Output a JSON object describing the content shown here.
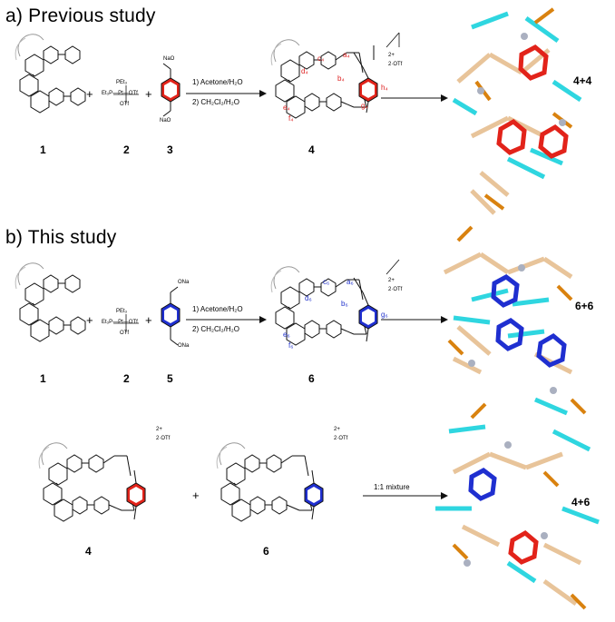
{
  "colors": {
    "red_ring": "#e2231a",
    "blue_ring": "#1f2fd0",
    "cyan": "#2fd6e0",
    "tan": "#e8c49a",
    "orange": "#d9820f",
    "grey_pt": "#aab0c0",
    "crimson": "#c8102e"
  },
  "sections": {
    "a": {
      "heading": "a) Previous study"
    },
    "b": {
      "heading": "b) This study"
    }
  },
  "compounds": {
    "c1_a": "1",
    "c2_a": "2",
    "c3_a": "3",
    "c4_a": "4",
    "c1_b": "1",
    "c2_b": "2",
    "c5_b": "5",
    "c6_b": "6",
    "c4_mix": "4",
    "c6_mix": "6"
  },
  "conditions": {
    "a_step1": "1) Acetone/H₂O",
    "a_step2": "2) CH₂Cl₂/H₂O",
    "b_step1": "1) Acetone/H₂O",
    "b_step2": "2) CH₂Cl₂/H₂O",
    "mix": "1:1 mixture"
  },
  "labels": {
    "plus": "+",
    "charge": "2+",
    "counterion": "2·OTf",
    "pt_left_a": "Et₃P—Pt—OTf",
    "pet3": "PEt₃",
    "otf": "OTf",
    "ona": "ONa",
    "nao": "NaO",
    "h_a": [
      "a₄",
      "b₄",
      "c₄",
      "d₄",
      "e₄",
      "f₄",
      "g₄",
      "h₄"
    ],
    "h_b": [
      "a₆",
      "b₆",
      "c₆",
      "d₆",
      "e₆",
      "f₆",
      "g₆"
    ]
  },
  "models": {
    "a": "4+4",
    "b": "6+6",
    "c": "4+6"
  }
}
